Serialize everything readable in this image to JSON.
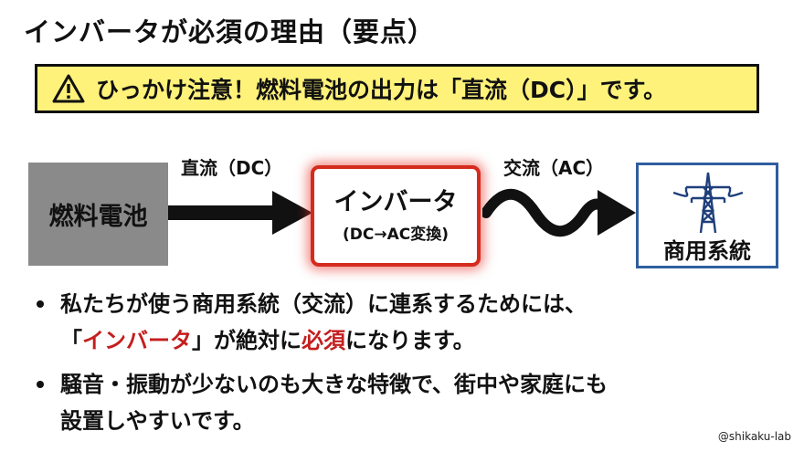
{
  "title": "インバータが必須の理由（要点）",
  "warning": {
    "icon": "warning-icon",
    "text": "ひっかけ注意！燃料電池の出力は「直流（DC）」です。"
  },
  "diagram": {
    "source": "燃料電池",
    "converter": {
      "main": "インバータ",
      "sub": "(DC→AC変換)"
    },
    "target": {
      "label": "商用系統",
      "icon": "power-tower-icon"
    },
    "link_dc": "直流（DC）",
    "link_ac": "交流（AC）"
  },
  "bullets": [
    {
      "line1": "私たちが使う商用系統（交流）に連系するためには、",
      "l2_pre": "「",
      "l2_red1": "インバータ",
      "l2_mid": "」が絶対に",
      "l2_red2": "必須",
      "l2_post": "になります。"
    },
    {
      "line1": "騒音・振動が少ないのも大きな特徴で、街中や家庭にも",
      "line2": "設置しやすいです。"
    }
  ],
  "credit": "@shikaku-lab",
  "colors": {
    "warning_bg": "#fff27a",
    "accent_red": "#d42b1e",
    "grid_blue": "#2f5e9e",
    "fuel_gray": "#8a8a8a"
  }
}
